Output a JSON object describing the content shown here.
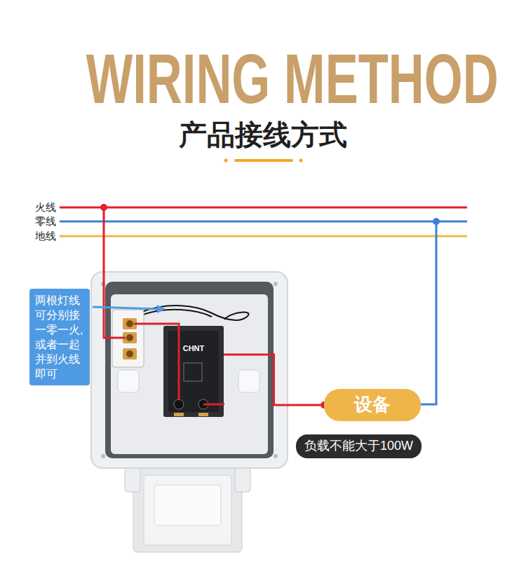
{
  "diagram": {
    "title": "WIRING METHOD",
    "nodes": [
      {
        "text": [
          "两根灯线可分别接一零一火,或者一起并到火线即可"
        ]
      },
      {
        "text": [
          "CHNT"
        ]
      },
      {
        "text": [
          "设备"
        ]
      },
      {
        "text": [
          "负载不能大于100W"
        ]
      }
    ],
    "edges": [
      {
        "from": 1,
        "to": 2,
        "arrow": "none"
      }
    ],
    "labels": [
      "产品接线方式",
      "火线",
      "零线",
      "地线"
    ]
  }
}
